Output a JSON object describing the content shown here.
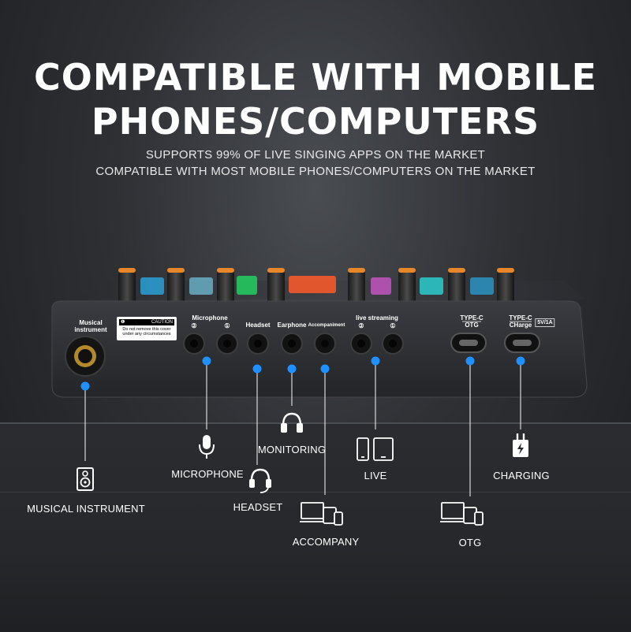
{
  "headline": {
    "line1": "COMPATIBLE WITH MOBILE",
    "line2": "PHONES/COMPUTERS"
  },
  "subtitle": {
    "line1": "SUPPORTS 99% OF LIVE SINGING APPS ON THE MARKET",
    "line2": "COMPATIBLE WITH MOST MOBILE PHONES/COMPUTERS ON THE MARKET"
  },
  "panel_labels": {
    "musical_line1": "Musical",
    "musical_line2": "instrument",
    "caution_title": "CAUTION",
    "caution_text": "Do not remove this cover under any circumstances",
    "microphone": "Microphone",
    "mic_2": "②",
    "mic_1": "①",
    "headset": "Headset",
    "earphone": "Earphone",
    "accompaniment": "Accompaniment",
    "live_streaming": "live streaming",
    "live_2": "②",
    "live_1": "①",
    "typec_otg_line1": "TYPE-C",
    "typec_otg_line2": "OTG",
    "typec_charge_line1": "TYPE-C",
    "typec_charge_line2": "CHarge",
    "power_spec": "5V/1A"
  },
  "features": {
    "musical_instrument": "MUSICAL INSTRUMENT",
    "microphone": "MICROPHONE",
    "headset": "HEADSET",
    "monitoring": "MONITORING",
    "accompany": "ACCOMPANY",
    "live": "LIVE",
    "otg": "OTG",
    "charging": "CHARGING"
  },
  "colors": {
    "accent_blue": "#1e90ff",
    "knob_orange": "#e8862a",
    "device_body": "#2b2d31"
  },
  "icons": [
    "speaker-icon",
    "microphone-icon",
    "headset-icon",
    "headphones-icon",
    "devices-icon",
    "phone-tablet-icon",
    "charger-icon"
  ]
}
